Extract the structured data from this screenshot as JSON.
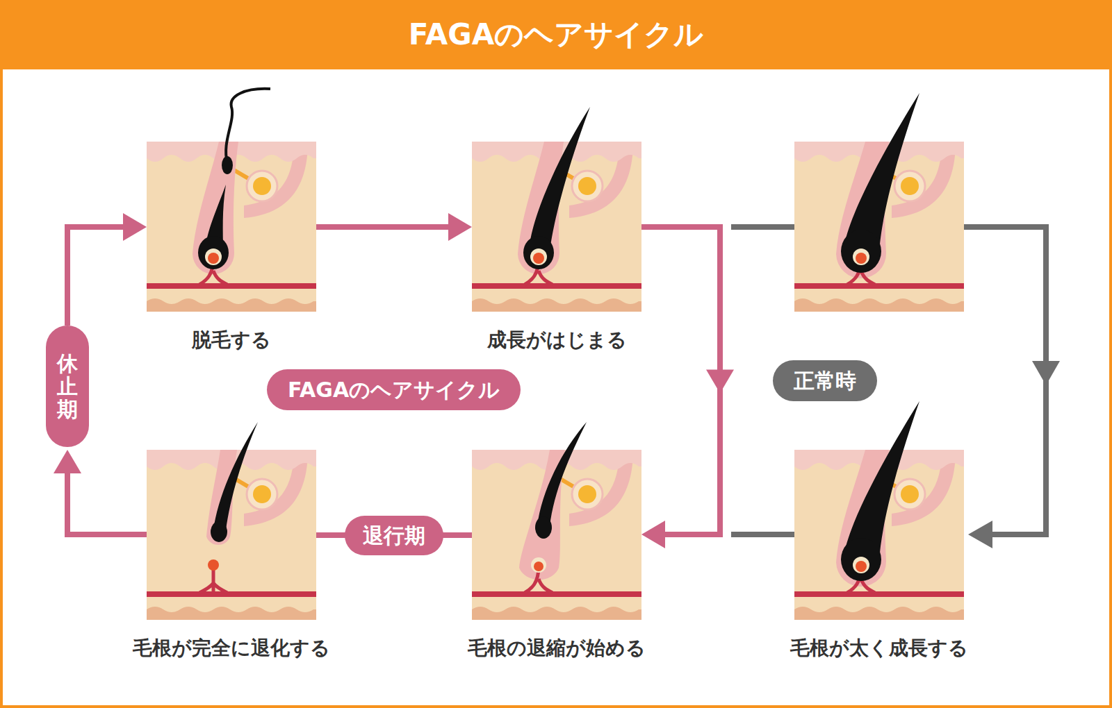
{
  "diagram": {
    "title": "FAGAのヘアサイクル",
    "nodes": [
      {
        "text": [
          "脱毛する"
        ]
      },
      {
        "text": [
          "成長がはじまる"
        ]
      },
      {
        "text": [
          "休止期"
        ]
      },
      {
        "text": [
          "FAGAのヘアサイクル"
        ]
      },
      {
        "text": [
          "正常時"
        ]
      },
      {
        "text": [
          "毛根が完全に退化する"
        ]
      },
      {
        "text": [
          "毛根の退縮が始める"
        ]
      },
      {
        "text": [
          "毛根が太く成長する"
        ]
      }
    ],
    "edges": [
      {
        "from": 0,
        "to": 1,
        "arrow": "to"
      },
      {
        "from": 1,
        "to": 6,
        "arrow": "to"
      },
      {
        "from": 6,
        "to": 5,
        "label": "退行期",
        "arrow": "none"
      },
      {
        "from": 5,
        "to": 2,
        "arrow": "to"
      },
      {
        "from": 2,
        "to": 0,
        "arrow": "to"
      }
    ]
  }
}
